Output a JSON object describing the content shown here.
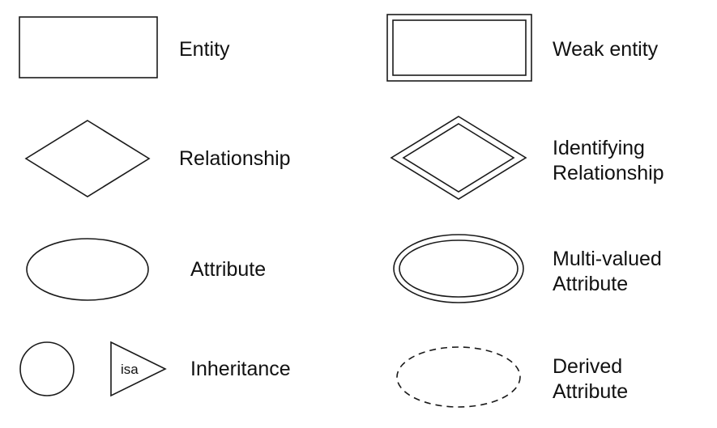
{
  "legend": {
    "entity": {
      "label": "Entity"
    },
    "weak_entity": {
      "label": "Weak entity"
    },
    "relationship": {
      "label": "Relationship"
    },
    "identifying_relationship": {
      "label_line1": "Identifying",
      "label_line2": "Relationship"
    },
    "attribute": {
      "label": "Attribute"
    },
    "multi_valued_attribute": {
      "label_line1": "Multi-valued",
      "label_line2": "Attribute"
    },
    "inheritance": {
      "label": "Inheritance",
      "symbol_text": "isa"
    },
    "derived_attribute": {
      "label_line1": "Derived",
      "label_line2": "Attribute"
    }
  },
  "colors": {
    "stroke": "#1a1a1a",
    "text": "#111111",
    "background": "#ffffff"
  }
}
